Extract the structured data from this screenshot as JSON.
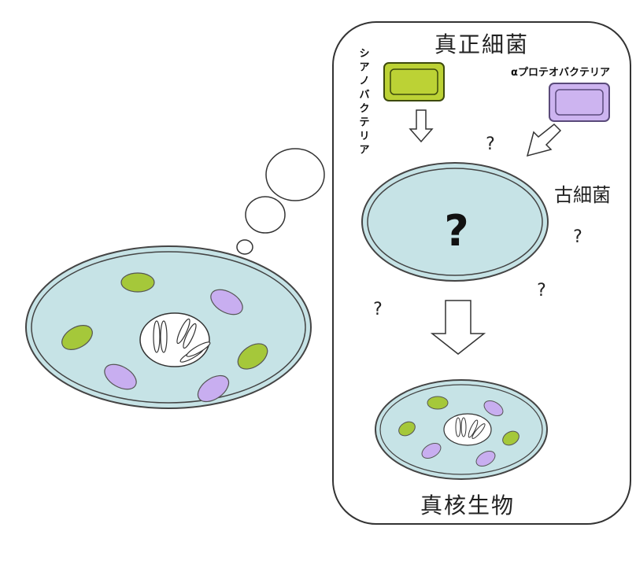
{
  "labels": {
    "eubacteria": "真正細菌",
    "archaea": "古細菌",
    "eukaryote": "真核生物",
    "cyanobacteria": "シアノバクテリア",
    "alphaproteobacteria": "αプロテオバクテリア"
  },
  "question_marks": {
    "center": "?",
    "q1": "?",
    "q2": "?",
    "q3": "?",
    "q4": "?"
  },
  "colors": {
    "cell_fill": "#c6e3e6",
    "cyanobacteria_fill": "#bcd235",
    "cyanobacteria_stroke": "#4a5a10",
    "alpha_fill": "#cdb4f0",
    "alpha_stroke": "#5a4a7a",
    "chloroplast_fill": "#a5c83a",
    "mitochondria_fill": "#c8aef0"
  }
}
